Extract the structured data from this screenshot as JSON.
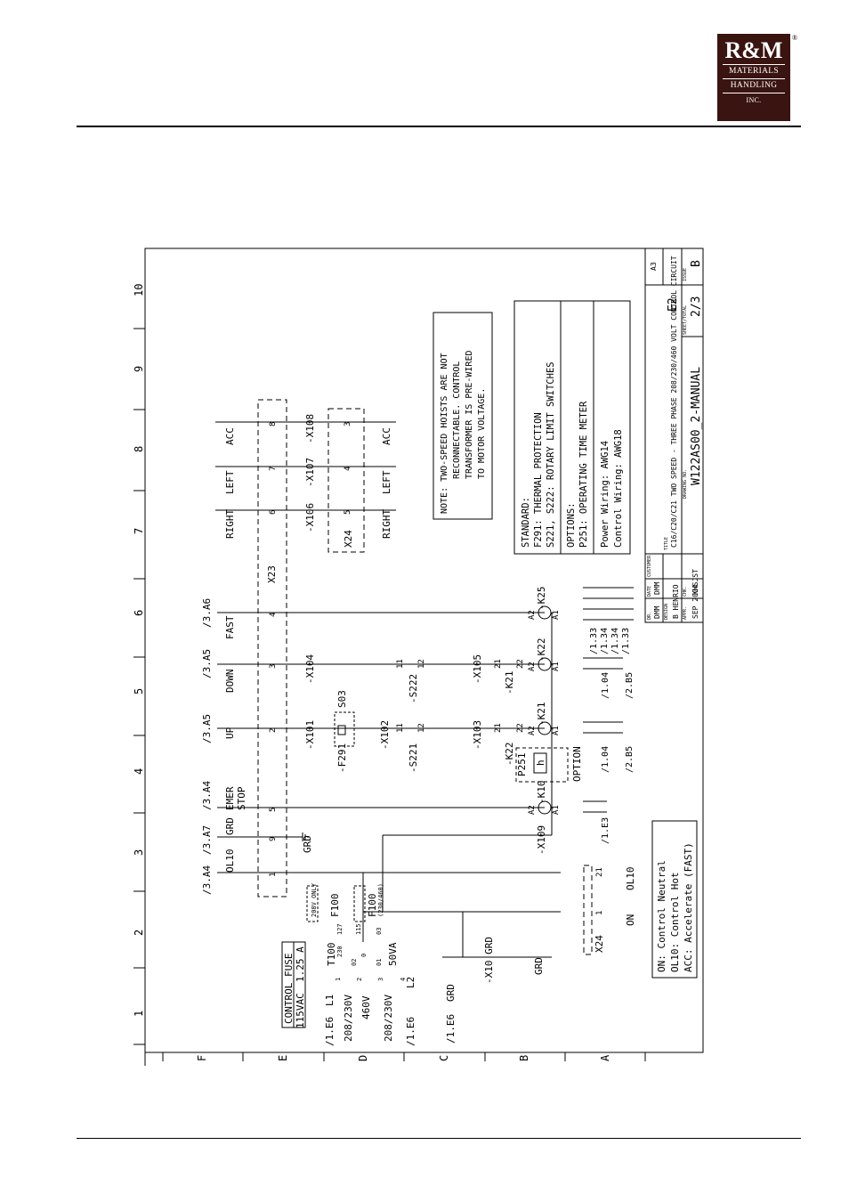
{
  "logo": {
    "brand": "R&M",
    "line1": "MATERIALS",
    "line2": "HANDLING",
    "line3": "INC.",
    "reg": "®"
  },
  "frame": {
    "columns": [
      "1",
      "2",
      "3",
      "4",
      "5",
      "6",
      "7",
      "8",
      "9",
      "10"
    ],
    "rows": [
      "A",
      "B",
      "C",
      "D",
      "E",
      "F"
    ]
  },
  "left_labels": {
    "control_fuse": "CONTROL FUSE",
    "fuse_rating_a": "115VAC",
    "fuse_rating_b": "1.25 A",
    "ref_l1": "/1.E6",
    "l1": "L1",
    "ref_l2": "/1.E6",
    "l2": "L2",
    "ref_grd": "/1.E6",
    "grd": "GRD",
    "v208a": "208/230V",
    "v460": "460V",
    "v208b": "208/230V",
    "t100": "T100",
    "va50": "50VA",
    "x10grd": "-X10 GRD",
    "grd2": "GRD",
    "f100a": "F100",
    "f100b": "F100",
    "only208": "208V ONLY",
    "v230460": "(230/460)",
    "tap230": "230",
    "tap127": "127",
    "tap115": "115",
    "tap0": "0",
    "tap02": "02",
    "tap03": "03",
    "tap01": "01",
    "tap1": "1",
    "tap2": "2",
    "tap3": "3",
    "tap4": "4"
  },
  "rungs": {
    "ol10_ref": "/3.A4",
    "ol10": "OL10",
    "grd_ref": "/3.A7",
    "grd": "GRD",
    "grd_bottom": "GRD",
    "emer_ref": "/3.A4",
    "emer": "EMER",
    "stop": "STOP",
    "up_ref": "/3.A5",
    "up": "UP",
    "down_ref": "/3.A5",
    "down": "DOWN",
    "fast_ref": "/3.A6",
    "fast": "FAST",
    "right": "RIGHT",
    "left": "LEFT",
    "acc": "ACC",
    "x23": "X23",
    "x24": "X24",
    "x24b": "X24",
    "pin1": "1",
    "pin9": "9",
    "pin5": "5",
    "pin2": "2",
    "pin3": "3",
    "pin4": "4",
    "pin6": "6",
    "pin7": "7",
    "pin8": "8",
    "x101": "-X101",
    "x102": "-X102",
    "x103": "-X103",
    "x104": "-X104",
    "x105": "-X105",
    "x106": "-X106",
    "x107": "-X107",
    "x108": "-X108",
    "x109": "-X109",
    "f291": "-F291",
    "s03": "S03",
    "s221": "-S221",
    "s222": "-S222",
    "k22": "-K22",
    "k21": "-K21",
    "k10": "-K10",
    "k21b": "-K21",
    "k22b": "-K22",
    "k25": "-K25",
    "p251": "P251",
    "h": "h",
    "option": "OPTION",
    "on": "ON",
    "ol10b": "OL10",
    "x24_21": "21",
    "x24_1": "1",
    "x24_5": "5",
    "x24_4": "4",
    "x24_3": "3",
    "a1": "A1",
    "a2": "A2",
    "c11": "11",
    "c12": "12",
    "c21": "21",
    "c22": "22"
  },
  "contact_refs": {
    "k10": [
      "/1.E3"
    ],
    "k21": [
      "/1.04",
      "/2.B5"
    ],
    "k22": [
      "/1.04",
      "/2.B5"
    ],
    "k25": [
      "/1.33",
      "/1.34",
      "/1.34",
      "/1.33"
    ]
  },
  "legend": {
    "on": "ON: Control Neutral",
    "ol10": "OL10: Control Hot",
    "acc": "ACC: Accelerate (FAST)"
  },
  "note": {
    "line1": "NOTE: TWO-SPEED HOISTS ARE NOT",
    "line2": "RECONNECTABLE. CONTROL",
    "line3": "TRANSFORMER IS PRE-WIRED",
    "line4": "TO MOTOR VOLTAGE."
  },
  "standard": {
    "title": "STANDARD:",
    "line1": "F291: THERMAL PROTECTION",
    "line2": "S221, S222: ROTARY LIMIT SWITCHES",
    "options_title": "OPTIONS:",
    "options_line": "P251: OPERATING TIME METER",
    "power": "Power Wiring: AWG14",
    "control": "Control Wiring: AWG18"
  },
  "title_block": {
    "customer_label": "CUSTOMER",
    "title_label": "TITLE",
    "title": "C16/C20/C21 TWO SPEED - THREE PHASE 208/230/460 VOLT CONTROL CIRCUIT",
    "e_code": "E2",
    "drawing_label": "DRAWING NO.",
    "drawing_no": "W122AS00_2-MANUAL",
    "sheet_label": "SHEET/TOTAL",
    "sheet": "2/3",
    "issue_label": "ISSUE",
    "issue": "B",
    "size": "A3",
    "drawn_label": "DR.",
    "drawn": "DMM",
    "date_label": "DATE",
    "date": "SEP 2004",
    "checked_label": "CHK.",
    "checked": "KHSJST",
    "design_label": "DESIGN",
    "design": "B HENRIO",
    "appr_label": "APPR.",
    "appr": "DMM"
  }
}
